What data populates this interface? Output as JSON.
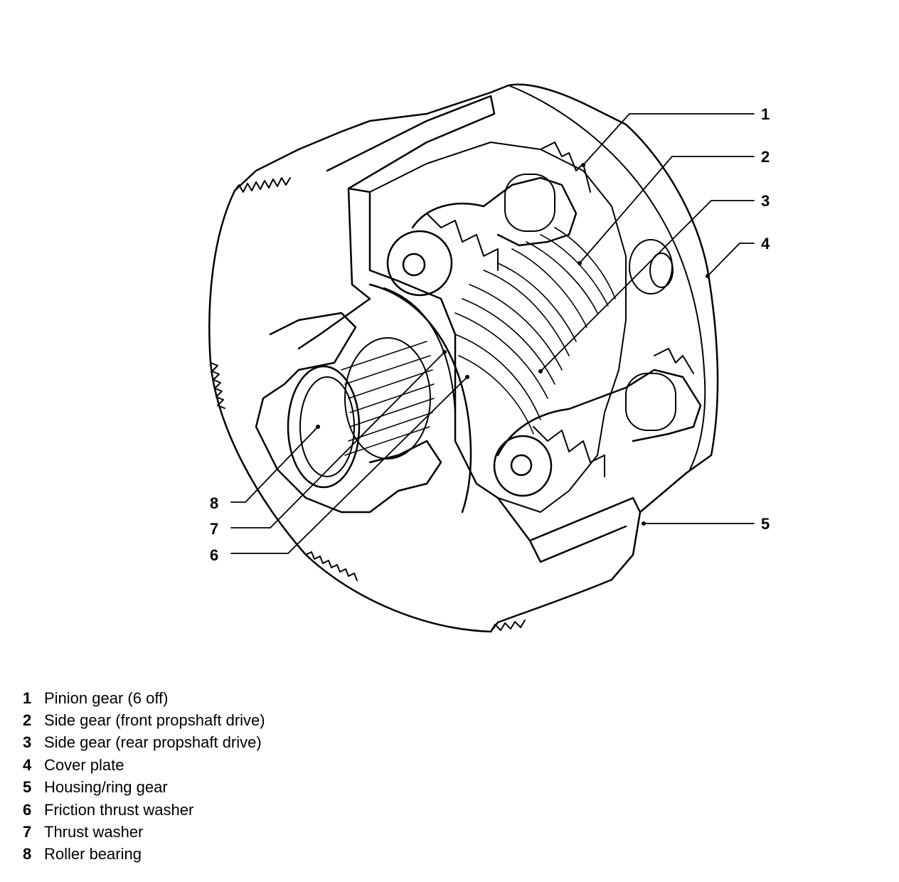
{
  "callouts": [
    {
      "number": "1"
    },
    {
      "number": "2"
    },
    {
      "number": "3"
    },
    {
      "number": "4"
    },
    {
      "number": "5"
    },
    {
      "number": "6"
    },
    {
      "number": "7"
    },
    {
      "number": "8"
    }
  ],
  "legend": [
    {
      "number": "1",
      "text": "Pinion gear (6 off)"
    },
    {
      "number": "2",
      "text": "Side gear (front propshaft drive)"
    },
    {
      "number": "3",
      "text": "Side gear (rear propshaft drive)"
    },
    {
      "number": "4",
      "text": "Cover plate"
    },
    {
      "number": "5",
      "text": "Housing/ring gear"
    },
    {
      "number": "6",
      "text": "Friction thrust washer"
    },
    {
      "number": "7",
      "text": "Thrust washer"
    },
    {
      "number": "8",
      "text": "Roller bearing"
    }
  ]
}
